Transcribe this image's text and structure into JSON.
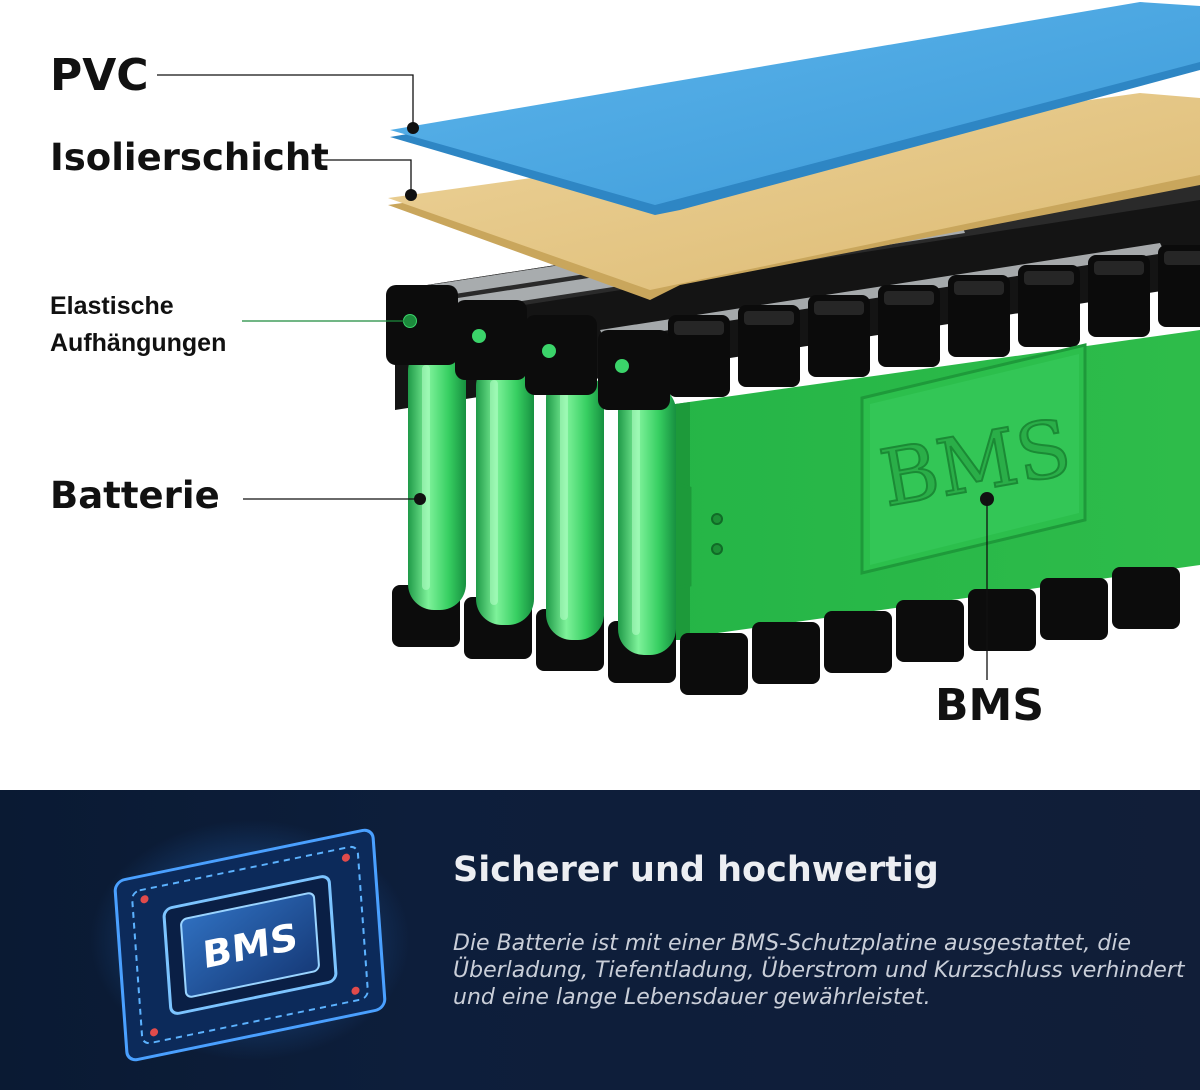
{
  "labels": {
    "pvc": "PVC",
    "insulation": "Isolierschicht",
    "suspension_line1": "Elastische",
    "suspension_line2": "Aufhängungen",
    "battery": "Batterie",
    "bms": "BMS",
    "board_embossed": "BMS"
  },
  "info": {
    "chip_label": "BMS",
    "title": "Sicherer und hochwertig",
    "text": "Die Batterie ist mit einer BMS-Schutzplatine ausgestattet, die Überladung, Tiefentladung, Überstrom und Kurzschluss verhindert und eine lange Lebensdauer gewährleistet."
  },
  "colors": {
    "pvc_layer": "#4aaae6",
    "insulation_layer": "#e8c98a",
    "cell_green": "#3bd46a",
    "pack_green": "#2fb84a",
    "holder_black": "#0c0c0c",
    "panel_bg": "#0d1e3b",
    "chip_glow": "#2f8dff"
  }
}
